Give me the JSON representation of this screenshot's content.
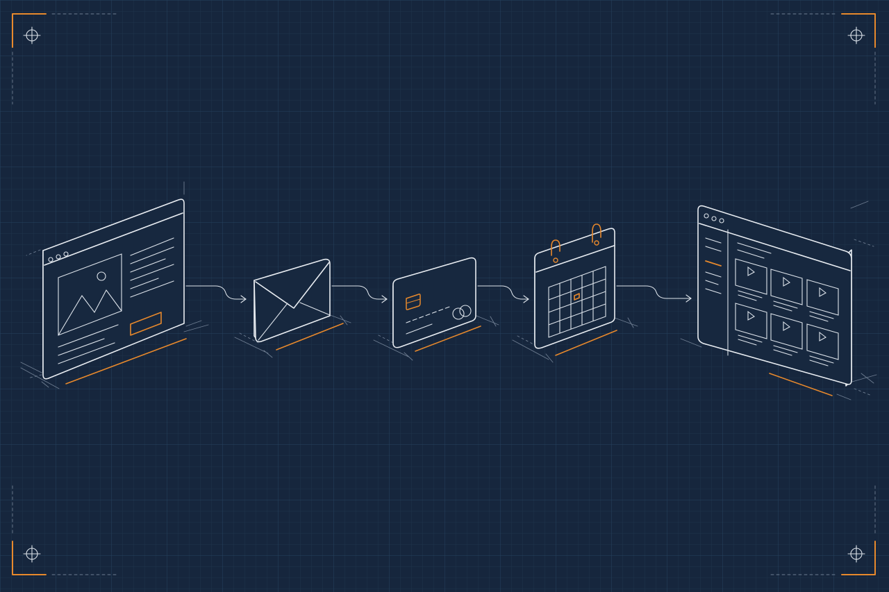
{
  "theme": {
    "background": "#16263d",
    "grid_minor": "#1e3249",
    "grid_major": "#24405c",
    "line": "#e9edf2",
    "accent": "#e8892c"
  },
  "diagram": {
    "kind": "isometric blueprint flow",
    "steps": [
      {
        "id": "landing-page",
        "icon": "browser-window-icon"
      },
      {
        "id": "email",
        "icon": "envelope-icon"
      },
      {
        "id": "payment",
        "icon": "credit-card-icon"
      },
      {
        "id": "booking",
        "icon": "calendar-icon"
      },
      {
        "id": "course-dashboard",
        "icon": "video-grid-window-icon"
      }
    ],
    "connectors": [
      "arrow-1",
      "arrow-2",
      "arrow-3",
      "arrow-4"
    ]
  }
}
